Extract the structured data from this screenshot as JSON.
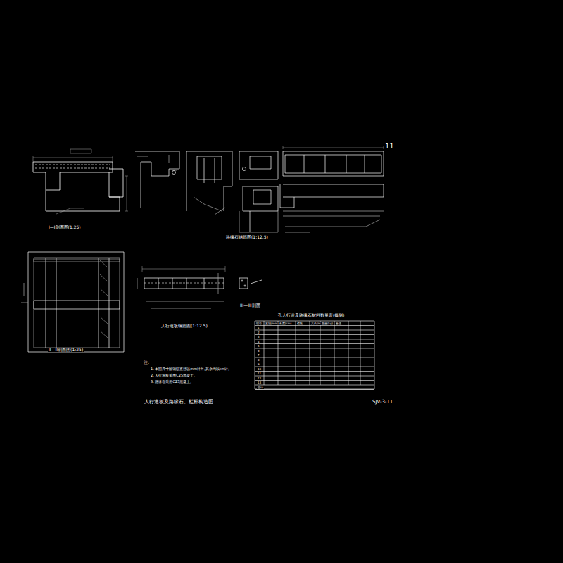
{
  "diagram": {
    "title": "人行道板及路缘石、栏杆构造图",
    "labels": [
      "11",
      "SJV-3-11",
      "I—I剖面图(1:25)",
      "II—II剖面图(1:25)",
      "路缘石钢筋图(1:12.5)",
      "人行道板钢筋图(1:12.5)",
      "III—III剖面",
      "注:",
      "1. 本图尺寸除钢筋直径以mm计外,其余均以cm计。",
      "2. 人行道板采用C25混凝土。",
      "3. 路缘石采用C25混凝土。",
      "一孔人行道及路缘石材料数量表(每侧)",
      "编号",
      "直径(mm)",
      "长度(cm)",
      "根数",
      "共长(m)",
      "重量(kg)",
      "备注",
      "1",
      "2",
      "3",
      "4",
      "5",
      "6",
      "7",
      "8",
      "9",
      "10",
      "11",
      "12",
      "13",
      "合计"
    ]
  }
}
